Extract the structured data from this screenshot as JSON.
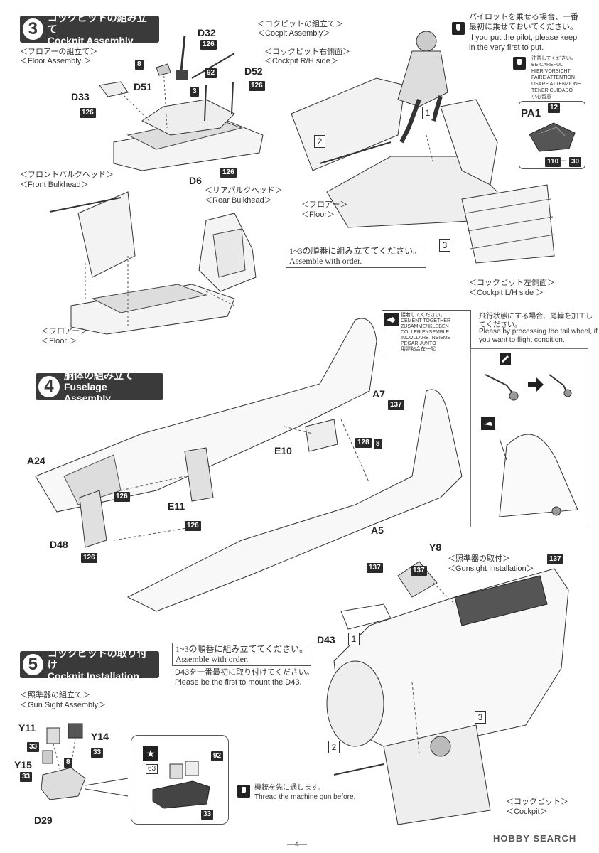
{
  "step3": {
    "num": "3",
    "title_jp": "コックピットの組み立て",
    "title_en": "Cockpit Assembly",
    "floor_jp": "＜フロアーの組立て＞",
    "floor_en": "＜Floor Assembly ＞",
    "cockpit_jp": "＜コクピットの組立て＞",
    "cockpit_en": "＜Cocpit Assembly＞",
    "rh_jp": "＜コックピット右側面＞",
    "rh_en": "＜Cockpit R/H side＞",
    "front_jp": "＜フロントバルクヘッド＞",
    "front_en": "＜Front Bulkhead＞",
    "rear_jp": "＜リアバルクヘッド＞",
    "rear_en": "＜Rear Bulkhead＞",
    "floor2_jp": "＜フロアー＞",
    "floor2_en": "＜Floor ＞",
    "floor3_jp": "＜フロアー＞",
    "floor3_en": "＜Floor＞",
    "lh_jp": "＜コックピット左側面＞",
    "lh_en": "＜Cockpit L/H side ＞",
    "order_jp": "1~3の順番に組み立ててください。",
    "order_en": "Assemble with order.",
    "pilot_jp1": "パイロットを乗せる場合、一番",
    "pilot_jp2": "最初に乗せておいてください。",
    "pilot_en1": "If you put the pilot, please keep",
    "pilot_en2": "in the very first to put.",
    "careful": [
      "注意してください。",
      "BE CAREFUL",
      "HIER VORSICHT",
      "FAIRE ATTENTION",
      "USARE ATTENZIONE",
      "TENER CUIDADO",
      "小心留意"
    ],
    "parts": {
      "d32": "D32",
      "d52": "D52",
      "d51": "D51",
      "d33": "D33",
      "d6": "D6",
      "pa1": "PA1"
    },
    "seq": [
      "1",
      "2",
      "3"
    ],
    "colors": {
      "c126": "126",
      "c92": "92",
      "c3": "3",
      "c8": "8",
      "c12": "12",
      "c110": "110",
      "plus": "＋",
      "c30": "30"
    }
  },
  "step4": {
    "num": "4",
    "title_jp": "胴体の組み立て",
    "title_en": "Fuselage Assembly",
    "cement": [
      "接着してください。",
      "CEMENT TOGETHER",
      "ZUSAMMENKLEBEN",
      "COLLER ENSEMBLE",
      "INCOLLARE INSIEME",
      "PEGAR JUNTO",
      "用膠粘合在一起"
    ],
    "flight_jp": "飛行状態にする場合、尾輪を加工して",
    "flight_jp2": "ください。",
    "flight_en1": "Please by processing the tail wheel, if",
    "flight_en2": "you want to flight condition.",
    "parts": {
      "a7": "A7",
      "e10": "E10",
      "a24": "A24",
      "e11": "E11",
      "d48": "D48",
      "a5": "A5"
    },
    "colors": {
      "c137": "137",
      "c128": "128",
      "c8": "8",
      "c126": "126"
    }
  },
  "step5": {
    "num": "5",
    "title_jp": "コックピットの取り付け",
    "title_en": "Cockpit Installation",
    "order_jp": "1~3の順番に組み立ててください。",
    "order_en": "Assemble with order.",
    "first_jp": "D43を一番最初に取り付けてください。",
    "first_en": "Please be the first to mount the D43.",
    "gun_jp": "＜照準器の組立て＞",
    "gun_en": "＜Gun Sight Assembly＞",
    "gsi_jp": "＜照準器の取付＞",
    "gsi_en": "＜Gunsight Installation＞",
    "mg_jp": "機銃を先に通します。",
    "mg_en": "Thread the machine gun before.",
    "cockpit_jp": "＜コックピット＞",
    "cockpit_en": "＜Cockpit＞",
    "parts": {
      "y8": "Y8",
      "d43": "D43",
      "y11": "Y11",
      "y14": "Y14",
      "y15": "Y15",
      "d29": "D29"
    },
    "colors": {
      "c137": "137",
      "c33": "33",
      "c8": "8",
      "c92": "92",
      "c63": "63"
    },
    "star": "★"
  },
  "footer": {
    "page": "—4—",
    "watermark": "HOBBY SEARCH"
  }
}
